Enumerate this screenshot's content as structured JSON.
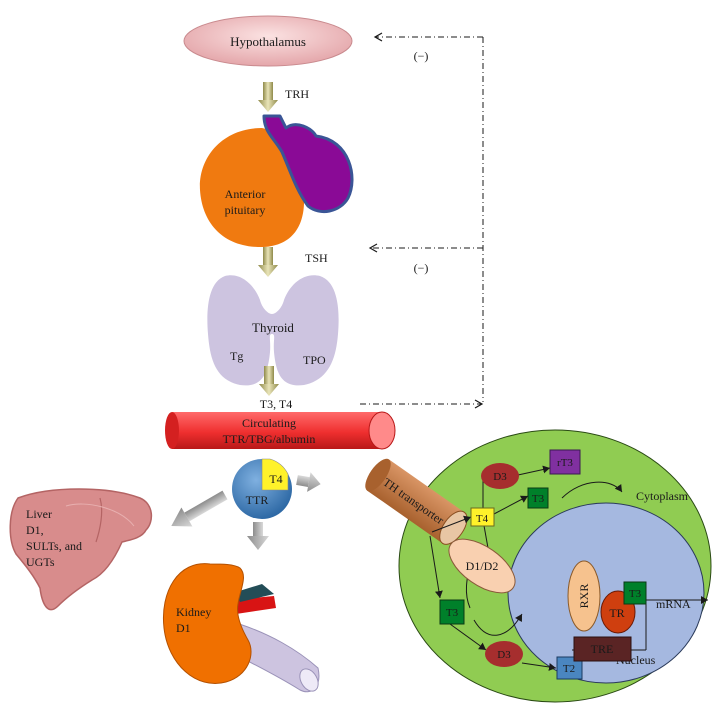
{
  "labels": {
    "hypothalamus": "Hypothalamus",
    "trh": "TRH",
    "feedback_top": "(−)",
    "anterior_pituitary_line1": "Anterior",
    "anterior_pituitary_line2": "pituitary",
    "tsh": "TSH",
    "feedback_mid": "(−)",
    "thyroid": "Thyroid",
    "tg": "Tg",
    "tpo": "TPO",
    "t3_t4": "T3, T4",
    "circulating_line1": "Circulating",
    "circulating_line2": "TTR/TBG/albumin",
    "t4_wedge": "T4",
    "ttr": "TTR",
    "liver_line1": "Liver",
    "liver_line2": "D1,",
    "liver_line3": "SULTs, and",
    "liver_line4": "UGTs",
    "kidney_line1": "Kidney",
    "kidney_line2": "D1",
    "th_transporter": "TH transporter",
    "cytoplasm": "Cytoplasm",
    "d3_top": "D3",
    "rt3": "rT3",
    "t4_cell": "T4",
    "t3_cell_top": "T3",
    "d1d2": "D1/D2",
    "t3_cell_bottom": "T3",
    "d3_bottom": "D3",
    "t2": "T2",
    "rxr": "RXR",
    "tr": "TR",
    "t3_nucleus": "T3",
    "tre": "TRE",
    "mrna": "mRNA",
    "nucleus": "Nucleus"
  },
  "colors": {
    "hypothalamus": "#e9b5b7",
    "pituitary_orange": "#f07a10",
    "pituitary_purple": "#8a0a96",
    "thyroid": "#cdc4e0",
    "circulating": "#f23b3b",
    "ttr_ball": "#3d78b4",
    "t4_yellow": "#fff22a",
    "liver": "#d88c8c",
    "kidney": "#f07000",
    "transporter": "#c77e45",
    "cell": "#90cc52",
    "nucleus": "#a5b8e0",
    "t3_green": "#00802a",
    "rt3_purple": "#8030a0",
    "t2_blue": "#4a86c0",
    "d3_red": "#a62e2e",
    "tre": "#5a2424",
    "rxr": "#f6c28e",
    "tr": "#cf3f0f"
  }
}
